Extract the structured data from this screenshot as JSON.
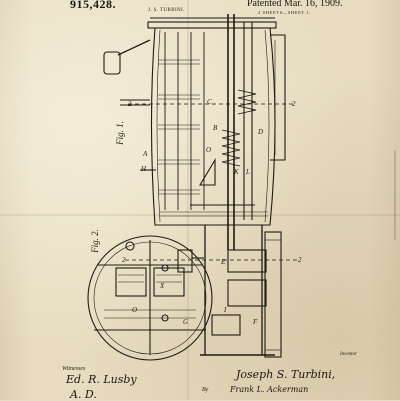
{
  "header": {
    "patent_number": "915,428.",
    "inventor_line": "J. S. TURBINI.",
    "patent_date": "Patented Mar. 16, 1909.",
    "sheet_note": "2 SHEETS—SHEET 1."
  },
  "figures": {
    "fig1": "Fig. 1.",
    "fig2": "Fig. 2."
  },
  "section_marks": {
    "left_top": "2",
    "right_top": "2",
    "left_bottom": "2",
    "right_bottom": "2"
  },
  "reference_letters": {
    "a": "A",
    "b": "B",
    "c": "C",
    "d": "D",
    "e": "E",
    "f": "F",
    "g": "G",
    "h": "H",
    "i": "I",
    "k": "K",
    "l": "L",
    "o": "O",
    "x": "X"
  },
  "witnesses": {
    "label": "Witnesses",
    "signature_1": "Ed. R. Lusby",
    "signature_2": "A. D."
  },
  "inventor_block": {
    "label": "Inventor",
    "signature": "Joseph S. Turbini,",
    "by": "By",
    "attorney": "Frank L. Ackerman"
  },
  "colors": {
    "paper": "#e7dcc0",
    "ink": "#1d1a14"
  }
}
